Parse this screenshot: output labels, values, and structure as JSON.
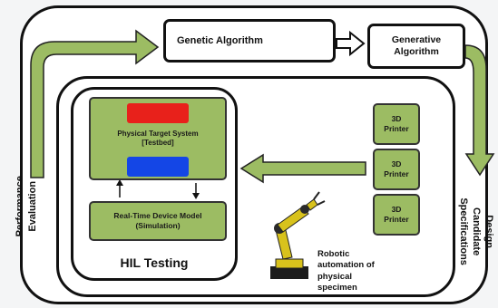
{
  "colors": {
    "arrow_fill": "#9cbc63",
    "module_fill": "#9cbc63",
    "target_system_top": "#e8211b",
    "target_system_bottom": "#1446e6",
    "outline": "#111111",
    "robot_arm": "#d8c21c"
  },
  "genetic_algorithm": {
    "label": "Genetic Algorithm",
    "icon": "dna-icon"
  },
  "generative_algorithm": {
    "line1": "Generative",
    "line2": "Algorithm"
  },
  "design_specs": {
    "line1": "Design",
    "line2": "Candidate",
    "line3": "Specifications"
  },
  "performance": {
    "line1": "Performance",
    "line2": "Evaluation"
  },
  "testbed": {
    "line1": "Physical Target System",
    "line2": "[Testbed]"
  },
  "device_model": {
    "line1": "Real-Time Device Model",
    "line2": "(Simulation)"
  },
  "hil": {
    "label": "HIL Testing"
  },
  "printers": [
    {
      "line1": "3D",
      "line2": "Printer"
    },
    {
      "line1": "3D",
      "line2": "Printer"
    },
    {
      "line1": "3D",
      "line2": "Printer"
    }
  ],
  "robot": {
    "line1": "Robotic",
    "line2": "automation of",
    "line3": "physical",
    "line4": "specimen",
    "icon": "robot-arm-icon"
  }
}
